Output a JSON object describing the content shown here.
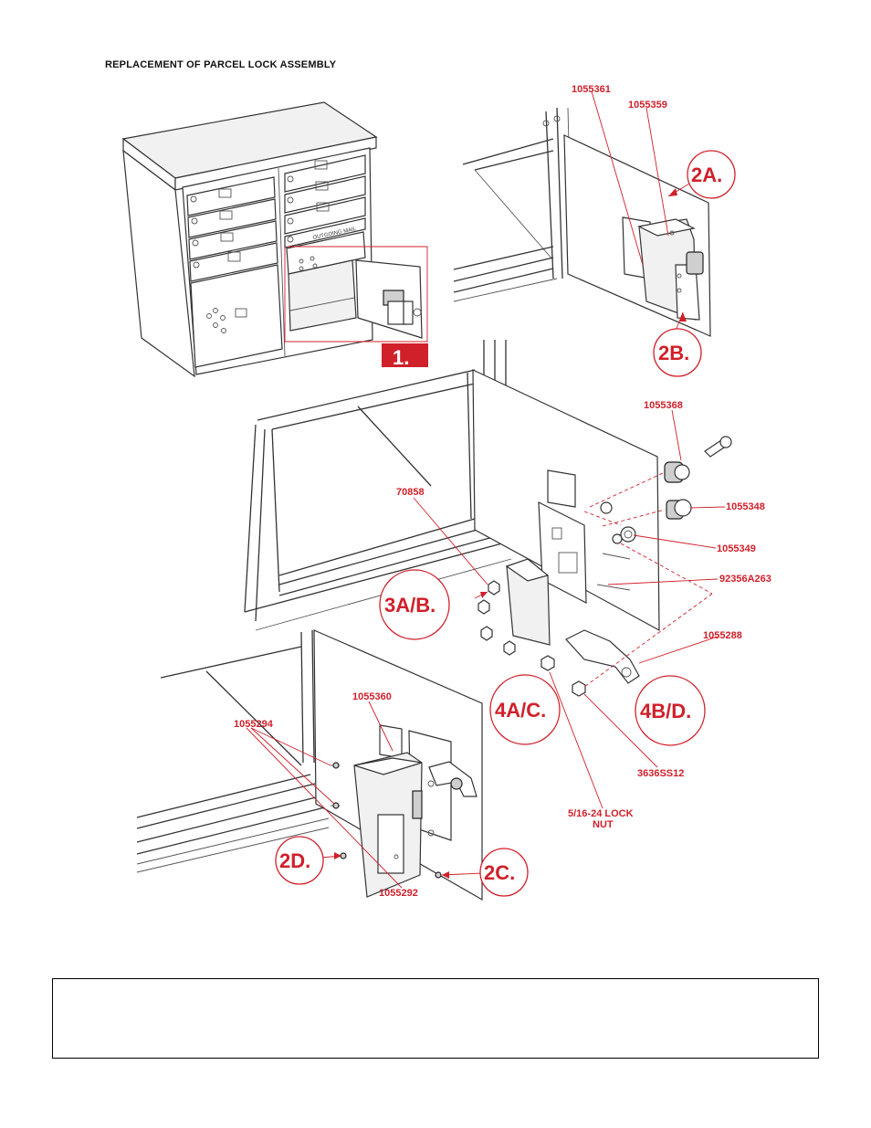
{
  "title": "REPLACEMENT OF PARCEL LOCK ASSEMBLY",
  "steps": {
    "s1": "1.",
    "s2a": "2A.",
    "s2b": "2B.",
    "s2c": "2C.",
    "s2d": "2D.",
    "s3": "3A/B.",
    "s4ac": "4A/C.",
    "s4bd": "4B/D."
  },
  "parts": {
    "p1055361": "1055361",
    "p1055359": "1055359",
    "p1055368": "1055368",
    "p1055348": "1055348",
    "p1055349": "1055349",
    "p92356": "92356A263",
    "p70858": "70858",
    "p1055288": "1055288",
    "p3636": "3636SS12",
    "lock_nut_1": "5/16-24 LOCK",
    "lock_nut_2": "NUT",
    "p1055360": "1055360",
    "p1055294": "1055294",
    "p1055292": "1055292"
  },
  "mailbox_label": "OUTGOING MAIL",
  "colors": {
    "accent": "#d0202a",
    "line": "#333333"
  }
}
